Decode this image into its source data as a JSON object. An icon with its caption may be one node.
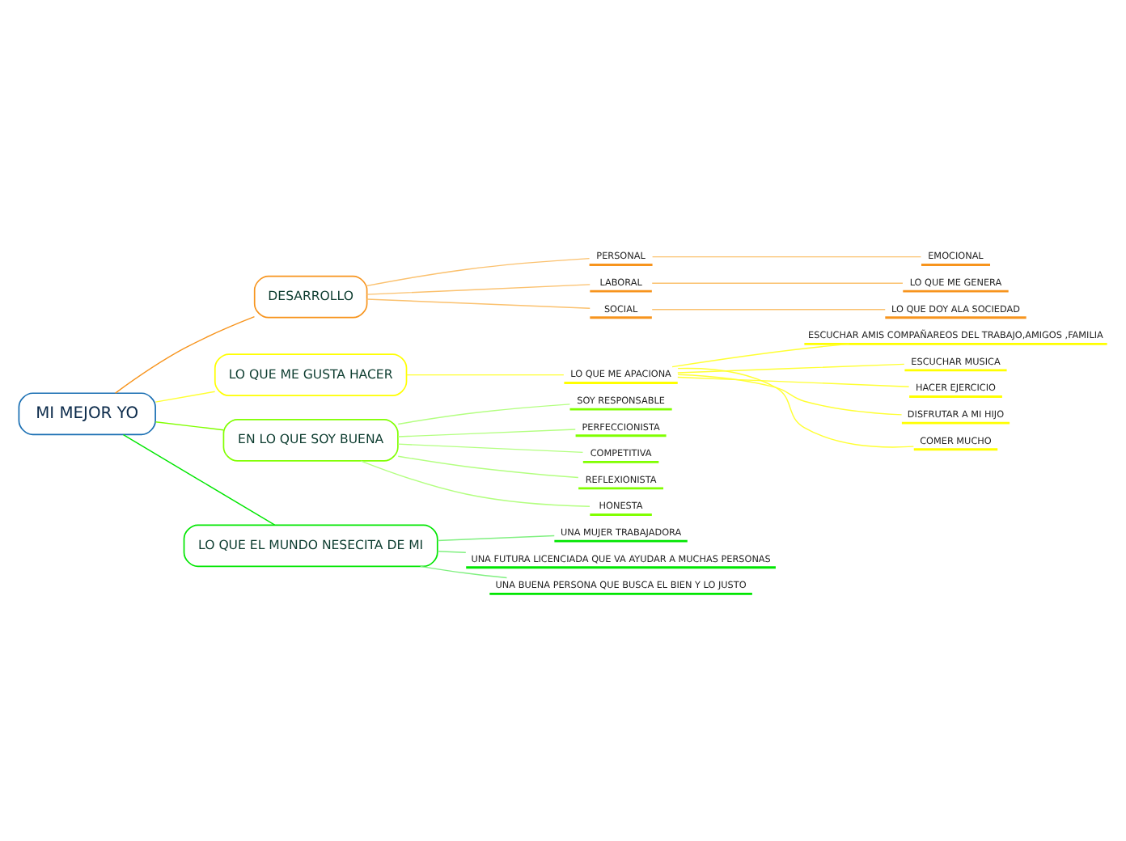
{
  "diagram": {
    "nodes": [
      {
        "text": [
          "MI MEJOR YO"
        ]
      },
      {
        "text": [
          "DESARROLLO"
        ]
      },
      {
        "text": [
          "PERSONAL"
        ]
      },
      {
        "text": [
          "EMOCIONAL"
        ]
      },
      {
        "text": [
          "LABORAL"
        ]
      },
      {
        "text": [
          "LO QUE ME GENERA"
        ]
      },
      {
        "text": [
          "SOCIAL"
        ]
      },
      {
        "text": [
          "LO QUE DOY ALA SOCIEDAD"
        ]
      },
      {
        "text": [
          "LO QUE ME GUSTA HACER"
        ]
      },
      {
        "text": [
          "LO QUE ME APACIONA"
        ]
      },
      {
        "text": [
          "ESCUCHAR AMIS COMPAÑAREOS DEL TRABAJO,AMIGOS ,FAMILIA"
        ]
      },
      {
        "text": [
          "ESCUCHAR MUSICA"
        ]
      },
      {
        "text": [
          "HACER EJERCICIO"
        ]
      },
      {
        "text": [
          "DISFRUTAR A MI HIJO"
        ]
      },
      {
        "text": [
          "COMER MUCHO"
        ]
      },
      {
        "text": [
          "EN LO QUE SOY BUENA"
        ]
      },
      {
        "text": [
          "SOY RESPONSABLE"
        ]
      },
      {
        "text": [
          "PERFECCIONISTA"
        ]
      },
      {
        "text": [
          "COMPETITIVA"
        ]
      },
      {
        "text": [
          "REFLEXIONISTA"
        ]
      },
      {
        "text": [
          "HONESTA"
        ]
      },
      {
        "text": [
          "LO QUE EL MUNDO NESECITA DE MI"
        ]
      },
      {
        "text": [
          "UNA MUJER TRABAJADORA"
        ]
      },
      {
        "text": [
          "UNA FUTURA LICENCIADA QUE VA AYUDAR A MUCHAS PERSONAS"
        ]
      },
      {
        "text": [
          "UNA BUENA PERSONA QUE BUSCA EL BIEN Y LO JUSTO"
        ]
      }
    ],
    "edges": [
      {
        "from": 0,
        "to": 1,
        "arrow": "none",
        "color": "#f7941d"
      },
      {
        "from": 1,
        "to": 2,
        "arrow": "none",
        "color": "#fbc16e"
      },
      {
        "from": 2,
        "to": 3,
        "arrow": "none",
        "color": "#fbc16e"
      },
      {
        "from": 1,
        "to": 4,
        "arrow": "none",
        "color": "#fbc16e"
      },
      {
        "from": 4,
        "to": 5,
        "arrow": "none",
        "color": "#fbc16e"
      },
      {
        "from": 1,
        "to": 6,
        "arrow": "none",
        "color": "#fbc16e"
      },
      {
        "from": 6,
        "to": 7,
        "arrow": "none",
        "color": "#fbc16e"
      },
      {
        "from": 0,
        "to": 8,
        "arrow": "none",
        "color": "#ffff33"
      },
      {
        "from": 8,
        "to": 9,
        "arrow": "none",
        "color": "#ffff33"
      },
      {
        "from": 9,
        "to": 10,
        "arrow": "none",
        "color": "#ffff33"
      },
      {
        "from": 9,
        "to": 11,
        "arrow": "none",
        "color": "#ffff33"
      },
      {
        "from": 9,
        "to": 12,
        "arrow": "none",
        "color": "#ffff33"
      },
      {
        "from": 9,
        "to": 13,
        "arrow": "none",
        "color": "#ffff33"
      },
      {
        "from": 9,
        "to": 14,
        "arrow": "none",
        "color": "#ffff33"
      },
      {
        "from": 0,
        "to": 15,
        "arrow": "none",
        "color": "#80ff00"
      },
      {
        "from": 15,
        "to": 16,
        "arrow": "none",
        "color": "#b3ff80"
      },
      {
        "from": 15,
        "to": 17,
        "arrow": "none",
        "color": "#b3ff80"
      },
      {
        "from": 15,
        "to": 18,
        "arrow": "none",
        "color": "#b3ff80"
      },
      {
        "from": 15,
        "to": 19,
        "arrow": "none",
        "color": "#b3ff80"
      },
      {
        "from": 15,
        "to": 20,
        "arrow": "none",
        "color": "#b3ff80"
      },
      {
        "from": 0,
        "to": 21,
        "arrow": "none",
        "color": "#00e600"
      },
      {
        "from": 21,
        "to": 22,
        "arrow": "none",
        "color": "#80f080"
      },
      {
        "from": 21,
        "to": 23,
        "arrow": "none",
        "color": "#80f080"
      },
      {
        "from": 21,
        "to": 24,
        "arrow": "none",
        "color": "#80f080"
      }
    ]
  }
}
